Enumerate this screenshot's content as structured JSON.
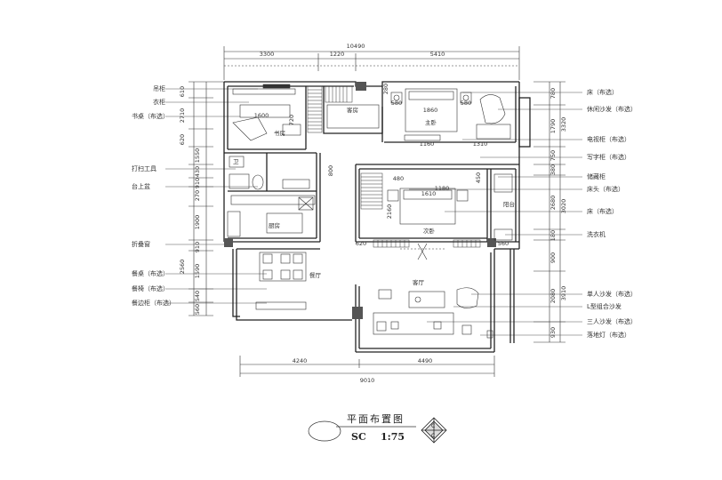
{
  "dims": {
    "total_top": "10490",
    "top_segments": [
      "3300",
      "1220",
      "5410"
    ],
    "bottom_total": "9010",
    "bottom_segments": [
      "4240",
      "4490"
    ],
    "left": [
      "610",
      "2710",
      "620",
      "1550",
      "430",
      "910",
      "270",
      "1900",
      "910",
      "2560",
      "1590",
      "540",
      "560"
    ],
    "right": [
      "780",
      "3320",
      "1790",
      "750",
      "380",
      "2680",
      "3020",
      "180",
      "900",
      "2080",
      "3910",
      "930"
    ],
    "inner": [
      "1600",
      "720",
      "1860",
      "580",
      "580",
      "280",
      "1160",
      "1310",
      "800",
      "1610",
      "1180",
      "480",
      "450",
      "2160",
      "620",
      "560"
    ]
  },
  "left_labels": [
    "吊柜",
    "衣柜",
    "书桌（布选）",
    "打扫工具",
    "台上盆",
    "折叠窗",
    "餐桌（布选）",
    "餐椅（布选）",
    "餐边柜（布选）"
  ],
  "right_labels": [
    "床（布选）",
    "休闲沙发（布选）",
    "电视柜（布选）",
    "写字柜（布选）",
    "储藏柜",
    "床头（布选）",
    "床（布选）",
    "洗衣机",
    "单人沙发（布选）",
    "L型组合沙发",
    "三人沙发（布选）",
    "落地灯（布选）"
  ],
  "rooms": {
    "study": "书房",
    "bedroom2": "客房",
    "master": "主卧",
    "wc": "卫",
    "kitchen": "厨房",
    "kids": "次卧",
    "utility": "阳台",
    "dining": "餐厅",
    "living": "客厅"
  },
  "title": {
    "name": "平面布置图",
    "code": "SC",
    "scale": "1:75"
  }
}
